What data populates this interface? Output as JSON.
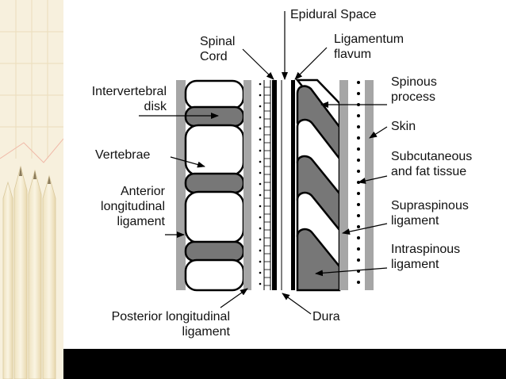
{
  "labels": {
    "epidural_space": "Epidural Space",
    "spinal_cord": [
      "Spinal",
      "Cord"
    ],
    "ligamentum_flavum": [
      "Ligamentum",
      "flavum"
    ],
    "intervertebral_disk": [
      "Intervertebral",
      "disk"
    ],
    "spinous_process": [
      "Spinous",
      "process"
    ],
    "skin": "Skin",
    "vertebrae": "Vertebrae",
    "subcutaneous": [
      "Subcutaneous",
      "and fat tissue"
    ],
    "anterior_longitudinal": [
      "Anterior",
      "longitudinal",
      "ligament"
    ],
    "supraspinous": [
      "Supraspinous",
      "ligament"
    ],
    "interspinous": [
      "Intraspinous",
      "ligament"
    ],
    "posterior_longitudinal": [
      "Posterior longitudinal",
      "ligament"
    ],
    "dura": "Dura"
  },
  "colors": {
    "disk_fill": "#777777",
    "ligament_gray": "#a6a6a6",
    "black": "#000000",
    "background": "#ffffff",
    "pencil_light": "#f3ead0"
  }
}
